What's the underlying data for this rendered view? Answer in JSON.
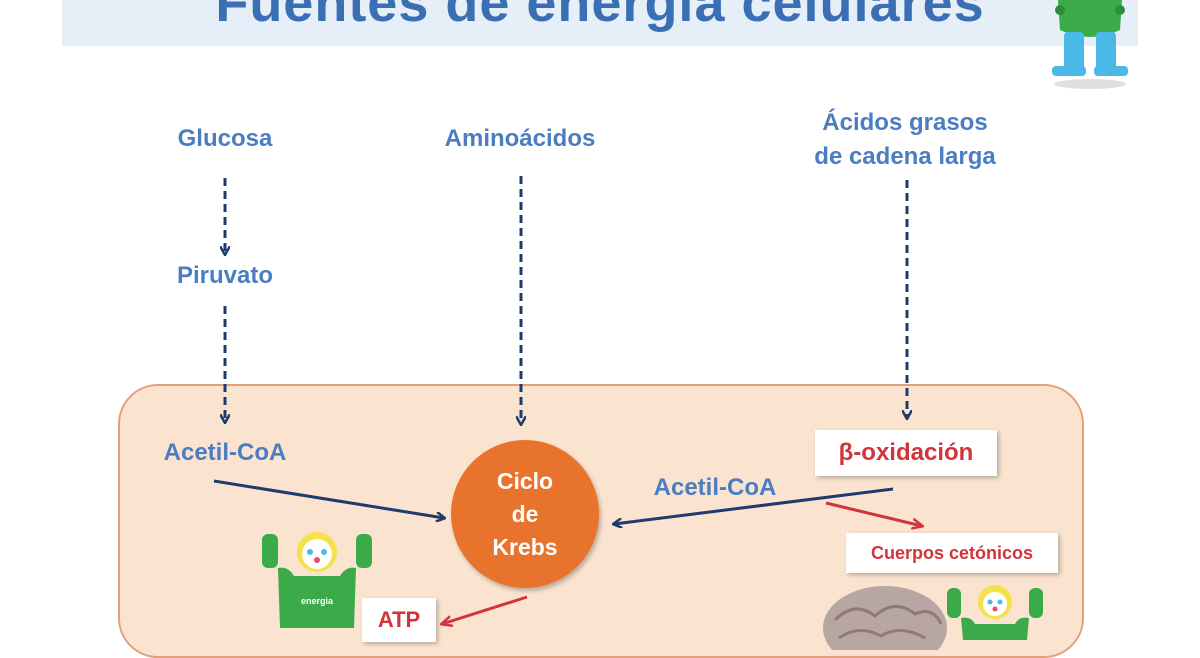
{
  "title": "Fuentes de energía celulares",
  "sources": {
    "glucose": "Glucosa",
    "amino_acids": "Aminoácidos",
    "fatty_acids_line1": "Ácidos grasos",
    "fatty_acids_line2": "de cadena larga"
  },
  "intermediates": {
    "pyruvate": "Piruvato",
    "acetyl_coa_left": "Acetil-CoA",
    "acetyl_coa_right": "Acetil-CoA"
  },
  "krebs": {
    "line1": "Ciclo",
    "line2": "de",
    "line3": "Krebs"
  },
  "beta_oxidation": "β-oxidación",
  "ketone_bodies": "Cuerpos cetónicos",
  "atp": "ATP",
  "mascot_label": "energia",
  "colors": {
    "title_blue": "#3a6fb4",
    "label_blue": "#4a7dc2",
    "dashed_arrow": "#1f3b6b",
    "red": "#d3343b",
    "krebs_orange": "#e8732d",
    "cell_fill": "#fae3cf",
    "mascot_green": "#3bab4a",
    "mascot_blue": "#4bb9e6"
  }
}
